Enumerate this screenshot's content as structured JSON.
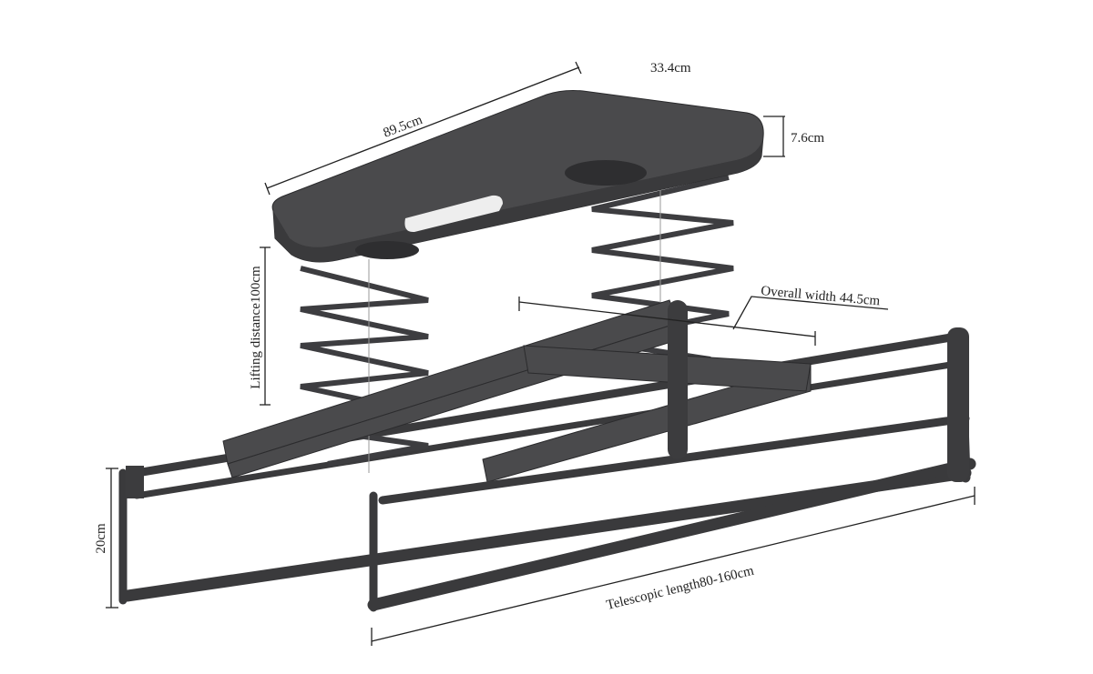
{
  "dimensions": {
    "length_top": "89.5cm",
    "width_top": "33.4cm",
    "height_top": "7.6cm",
    "lifting_distance": "Lifting distance100cm",
    "overall_width": "Overall width 44.5cm",
    "rail_height": "20cm",
    "telescopic_length": "Telescopic length80-160cm"
  },
  "colors": {
    "product": "#4a4a4c",
    "line": "#222222",
    "background": "#ffffff"
  }
}
